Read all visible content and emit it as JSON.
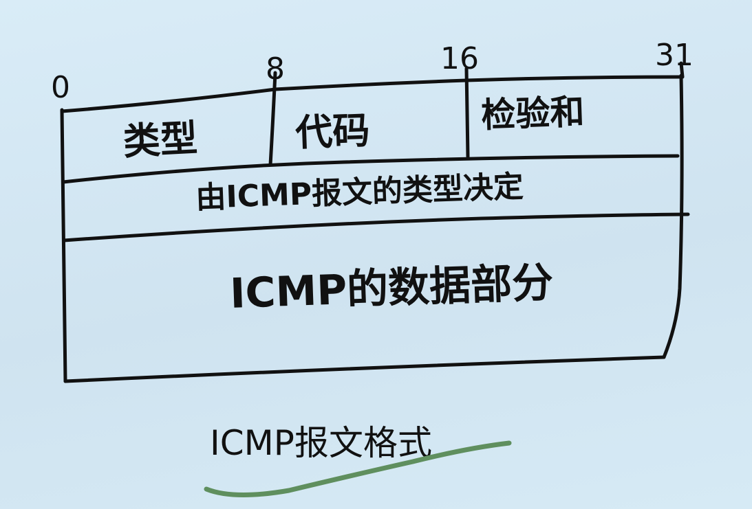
{
  "bit_positions": [
    "0",
    "8",
    "16",
    "31"
  ],
  "fields": {
    "type": "类型",
    "code": "代码",
    "checksum": "检验和",
    "rest_of_header": "由ICMP报文的类型决定",
    "data": "ICMP的数据部分"
  },
  "caption": "ICMP报文格式",
  "colors": {
    "background": "#d3e7f3",
    "ink": "#111111",
    "underline": "#5f8f5e"
  }
}
